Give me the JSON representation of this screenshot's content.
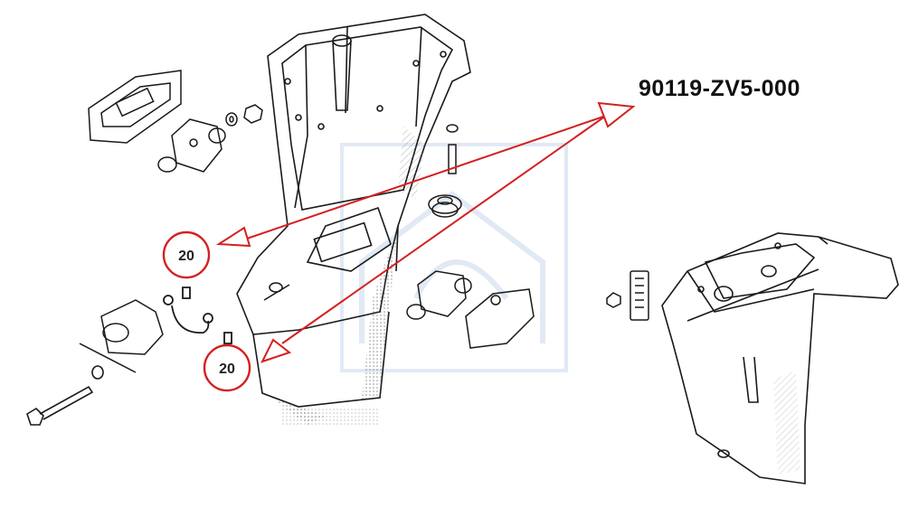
{
  "part_number": "90119-ZV5-000",
  "callouts": [
    {
      "label": "20"
    },
    {
      "label": "20"
    }
  ],
  "colors": {
    "annotation": "#d42020",
    "line_art": "#1a1a1a",
    "watermark": "#c9d8ec"
  }
}
